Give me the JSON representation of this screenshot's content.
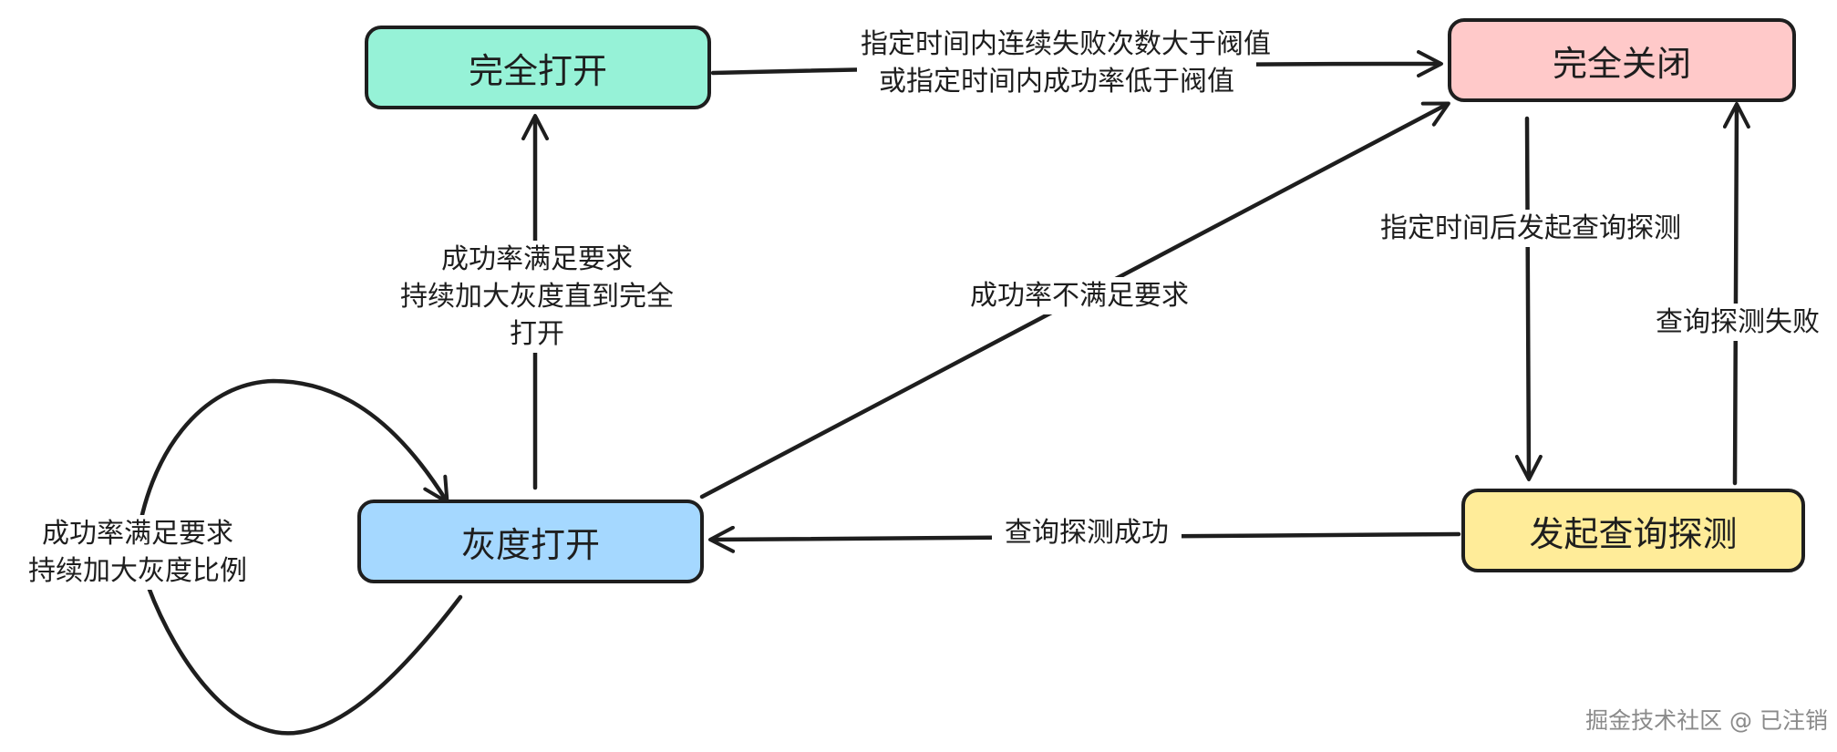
{
  "nodes": {
    "fully_open": "完全打开",
    "fully_closed": "完全关闭",
    "gray_open": "灰度打开",
    "start_probe": "发起查询探测"
  },
  "edges": {
    "open_to_closed": [
      "指定时间内连续失败次数大于阀值",
      "或指定时间内成功率低于阀值"
    ],
    "gray_to_open": [
      "成功率满足要求",
      "持续加大灰度直到完全",
      "打开"
    ],
    "gray_to_closed": [
      "成功率不满足要求"
    ],
    "closed_to_probe": [
      "指定时间后发起查询探测"
    ],
    "probe_to_closed": [
      "查询探测失败"
    ],
    "probe_to_gray": [
      "查询探测成功"
    ],
    "gray_self_loop": [
      "成功率满足要求",
      "持续加大灰度比例"
    ]
  },
  "colors": {
    "fully_open_fill": "#96f2d7",
    "fully_closed_fill": "#ffc9c9",
    "gray_open_fill": "#a5d8ff",
    "start_probe_fill": "#ffec99",
    "stroke": "#1e1e1e"
  },
  "watermark": "掘金技术社区 @ 已注销"
}
